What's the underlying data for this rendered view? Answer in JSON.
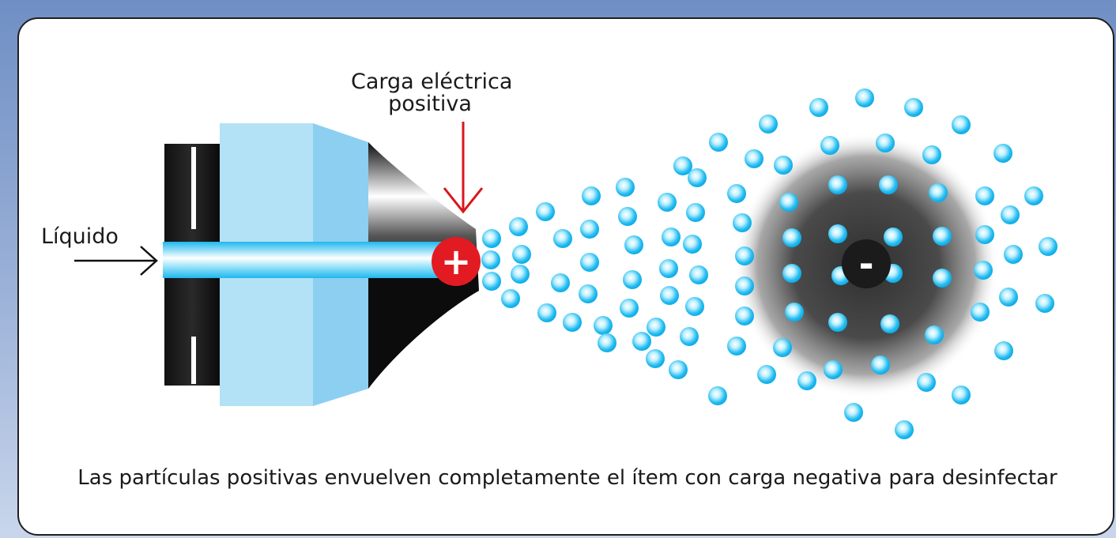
{
  "labels": {
    "charge_line1": "Carga eléctrica",
    "charge_line2": "positiva",
    "liquid": "Líquido",
    "caption": "Las partículas positivas envuelven completamente el ítem con carga negativa para desinfectar",
    "positive_symbol": "+",
    "negative_symbol": "-"
  },
  "colors": {
    "background_gradient_top": "#6f8fc4",
    "background_gradient_bottom": "#c9d6ec",
    "frame_fill": "#ffffff",
    "nozzle_body_light": "#a9ddf4",
    "nozzle_body_mid": "#86cdee",
    "nozzle_cone_black": "#161616",
    "liquid_channel": "#46c8f2",
    "positive_charge": "#e21b22",
    "negative_charge": "#1a1a1a",
    "negative_field_gray": "#555555",
    "particle_cyan": "#20b8ec"
  }
}
